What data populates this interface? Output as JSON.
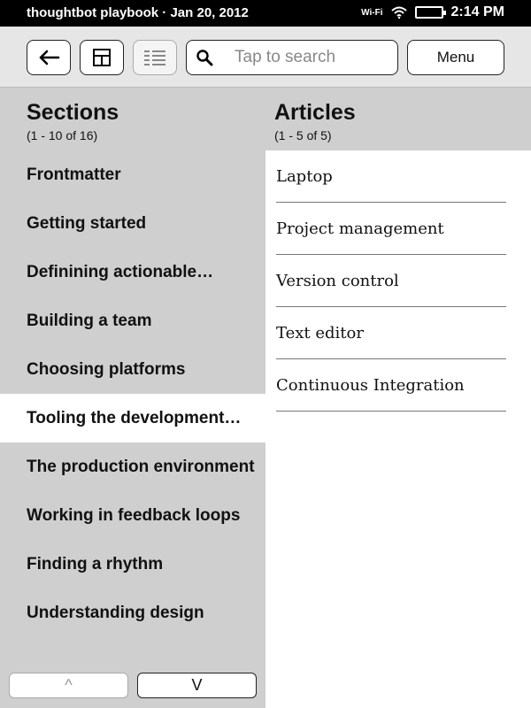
{
  "status_bar": {
    "title": "thoughtbot playbook · Jan 20, 2012",
    "wifi_label": "Wi-Fi",
    "time": "2:14 PM"
  },
  "toolbar": {
    "search_placeholder": "Tap to search",
    "menu_label": "Menu",
    "icons": [
      "back-arrow-icon",
      "grid-view-icon",
      "list-view-icon",
      "search-icon"
    ]
  },
  "sections": {
    "title": "Sections",
    "count": "(1 - 10 of 16)",
    "items": [
      {
        "label": "Frontmatter"
      },
      {
        "label": "Getting started"
      },
      {
        "label": "Definining actionable…"
      },
      {
        "label": "Building a team"
      },
      {
        "label": "Choosing platforms"
      },
      {
        "label": "Tooling the development…"
      },
      {
        "label": "The production environment"
      },
      {
        "label": "Working in feedback loops"
      },
      {
        "label": "Finding a rhythm"
      },
      {
        "label": "Understanding design"
      }
    ],
    "selected_index": 5,
    "pager": {
      "up": "^",
      "down": "V"
    }
  },
  "articles": {
    "title": "Articles",
    "count": "(1 - 5 of 5)",
    "items": [
      {
        "label": "Laptop"
      },
      {
        "label": "Project management"
      },
      {
        "label": "Version control"
      },
      {
        "label": "Text editor"
      },
      {
        "label": "Continuous Integration"
      }
    ]
  }
}
